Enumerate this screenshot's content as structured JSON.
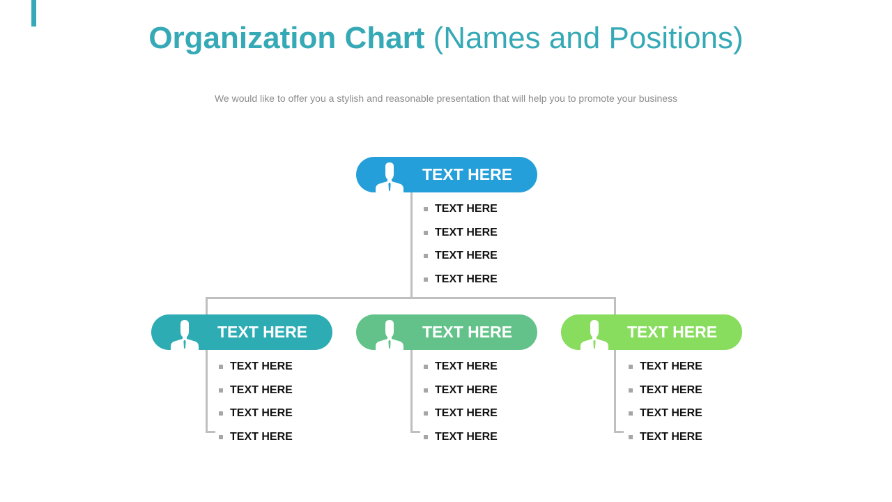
{
  "slide": {
    "title_bold": "Organization Chart",
    "title_light": "(Names and Positions)",
    "subtitle": "We would like to offer you a stylish and reasonable presentation that will help you to promote your business",
    "accent_color": "#36a9b6"
  },
  "nodes": {
    "top": {
      "label": "TEXT HERE",
      "color": "#259fd9",
      "icon": "person-icon",
      "items": [
        "TEXT HERE",
        "TEXT HERE",
        "TEXT HERE",
        "TEXT HERE"
      ]
    },
    "left": {
      "label": "TEXT HERE",
      "color": "#2eacb4",
      "icon": "person-icon",
      "items": [
        "TEXT HERE",
        "TEXT HERE",
        "TEXT HERE",
        "TEXT HERE"
      ]
    },
    "middle": {
      "label": "TEXT HERE",
      "color": "#62c28a",
      "icon": "person-icon",
      "items": [
        "TEXT HERE",
        "TEXT HERE",
        "TEXT HERE",
        "TEXT HERE"
      ]
    },
    "right": {
      "label": "TEXT HERE",
      "color": "#88dc5e",
      "icon": "person-icon",
      "items": [
        "TEXT HERE",
        "TEXT HERE",
        "TEXT HERE",
        "TEXT HERE"
      ]
    }
  }
}
